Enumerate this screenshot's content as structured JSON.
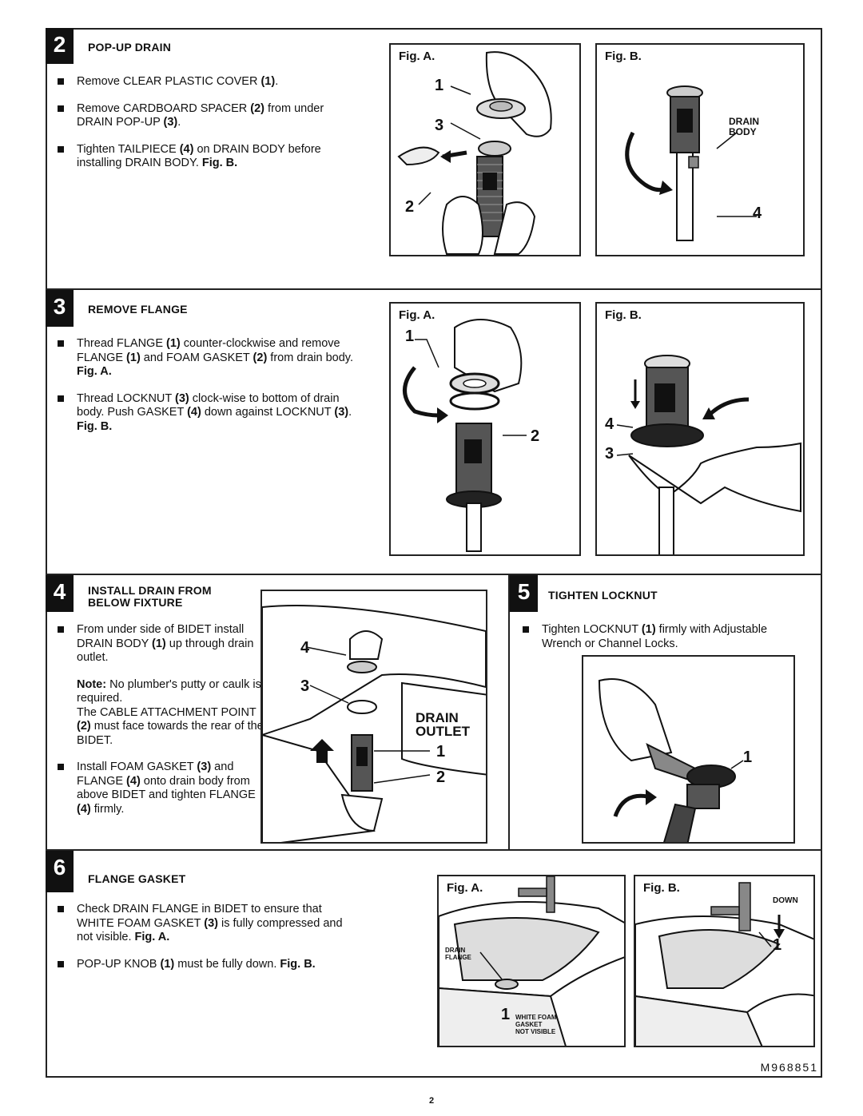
{
  "steps": {
    "s2": {
      "number": "2",
      "heading": "POP-UP DRAIN",
      "bullets": [
        [
          "Remove CLEAR PLASTIC COVER ",
          "(1)",
          "."
        ],
        [
          "Remove CARDBOARD SPACER ",
          "(2)",
          " from under DRAIN POP-UP ",
          "(3)",
          "."
        ],
        [
          "Tighten TAILPIECE ",
          "(4)",
          " on DRAIN BODY before installing DRAIN BODY. ",
          "Fig. B."
        ]
      ],
      "figA": {
        "label": "Fig. A.",
        "callouts": [
          "1",
          "3",
          "2"
        ]
      },
      "figB": {
        "label": "Fig. B.",
        "tag_line1": "DRAIN",
        "tag_line2": "BODY",
        "callout": "4"
      }
    },
    "s3": {
      "number": "3",
      "heading": "REMOVE FLANGE",
      "bullets": [
        [
          "Thread FLANGE ",
          "(1)",
          " counter-clockwise and remove FLANGE ",
          "(1)",
          " and FOAM GASKET ",
          "(2)",
          " from drain body. ",
          "Fig. A."
        ],
        [
          "Thread LOCKNUT ",
          "(3)",
          " clock-wise to bottom of drain body. Push GASKET ",
          "(4)",
          " down against LOCKNUT ",
          "(3)",
          ". ",
          "Fig. B."
        ]
      ],
      "figA": {
        "label": "Fig. A.",
        "callouts": [
          "1",
          "2"
        ]
      },
      "figB": {
        "label": "Fig. B.",
        "callouts": [
          "4",
          "3"
        ]
      }
    },
    "s4": {
      "number": "4",
      "heading_line1": "INSTALL DRAIN FROM",
      "heading_line2": "BELOW FIXTURE",
      "bullet1": [
        "From under side of BIDET install DRAIN BODY ",
        "(1)",
        " up through drain outlet."
      ],
      "note_label": "Note:",
      "note_text": " No plumber's putty or caulk is required.",
      "note_text2_a": "The CABLE ATTACHMENT POINT ",
      "note_text2_b": "(2)",
      "note_text2_c": " must face towards the rear of the BIDET.",
      "bullet2": [
        "Install FOAM GASKET ",
        "(3)",
        " and FLANGE ",
        "(4)",
        " onto drain body from above BIDET and tighten FLANGE ",
        "(4)",
        " firmly."
      ],
      "fig": {
        "callouts": [
          "4",
          "3",
          "1",
          "2"
        ],
        "outlet_line1": "DRAIN",
        "outlet_line2": "OUTLET"
      }
    },
    "s5": {
      "number": "5",
      "heading": "TIGHTEN LOCKNUT",
      "bullet": [
        "Tighten LOCKNUT ",
        "(1)",
        " firmly with Adjustable Wrench or Channel Locks."
      ],
      "fig": {
        "callout": "1"
      }
    },
    "s6": {
      "number": "6",
      "heading": "FLANGE GASKET",
      "bullets": [
        [
          "Check DRAIN FLANGE in BIDET to ensure that WHITE FOAM GASKET ",
          "(3)",
          " is fully compressed and not visible. ",
          "Fig. A."
        ],
        [
          "POP-UP KNOB ",
          "(1)",
          " must be fully down. ",
          "Fig. B."
        ]
      ],
      "figA": {
        "label": "Fig. A.",
        "tag_drain1": "DRAIN",
        "tag_drain2": "FLANGE",
        "callout": "1",
        "tag_white1": "WHITE FOAM",
        "tag_white2": "GASKET",
        "tag_white3": "NOT VISIBLE"
      },
      "figB": {
        "label": "Fig. B.",
        "tag_down": "DOWN",
        "callout": "1"
      }
    }
  },
  "doc_id": "M968851",
  "page_number": "2"
}
